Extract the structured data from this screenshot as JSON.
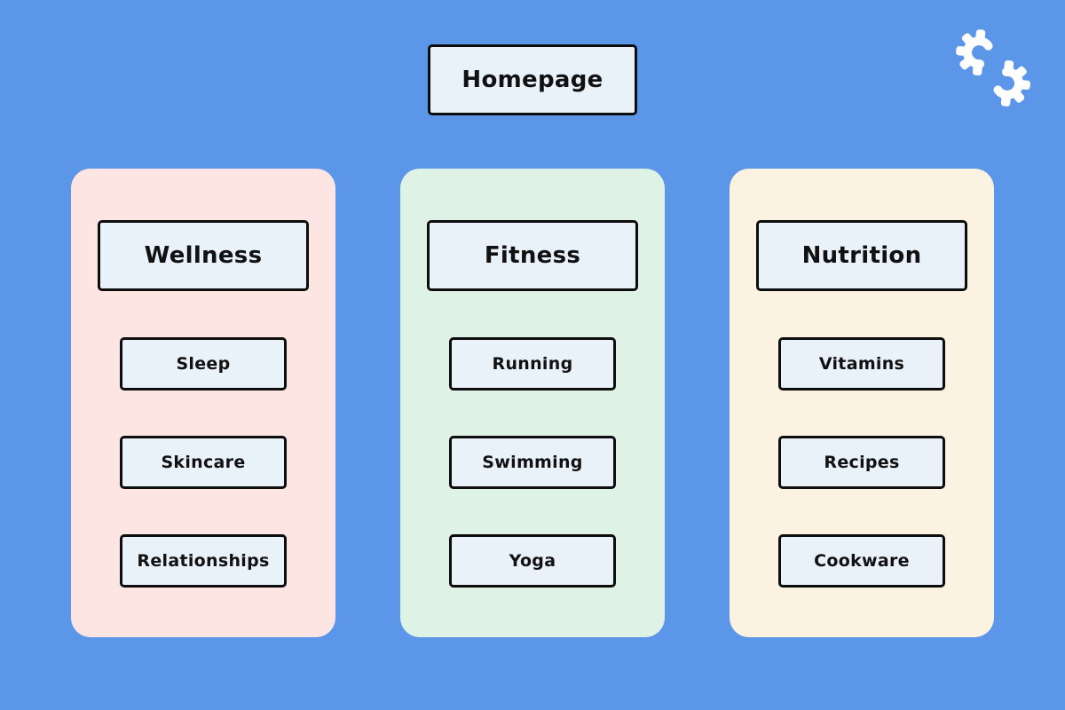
{
  "canvas": {
    "background": "#5b96e8",
    "node_fill": "#e9f1f9",
    "node_border": "#0d0d0d",
    "text_color": "#111111"
  },
  "logo": {
    "icon": "double-gear-logo",
    "color": "#ffffff"
  },
  "homepage": {
    "label": "Homepage"
  },
  "columns": [
    {
      "label": "Wellness",
      "background": "#fce5e3",
      "items": [
        "Sleep",
        "Skincare",
        "Relationships"
      ]
    },
    {
      "label": "Fitness",
      "background": "#def3e6",
      "items": [
        "Running",
        "Swimming",
        "Yoga"
      ]
    },
    {
      "label": "Nutrition",
      "background": "#fcf2e1",
      "items": [
        "Vitamins",
        "Recipes",
        "Cookware"
      ]
    }
  ]
}
